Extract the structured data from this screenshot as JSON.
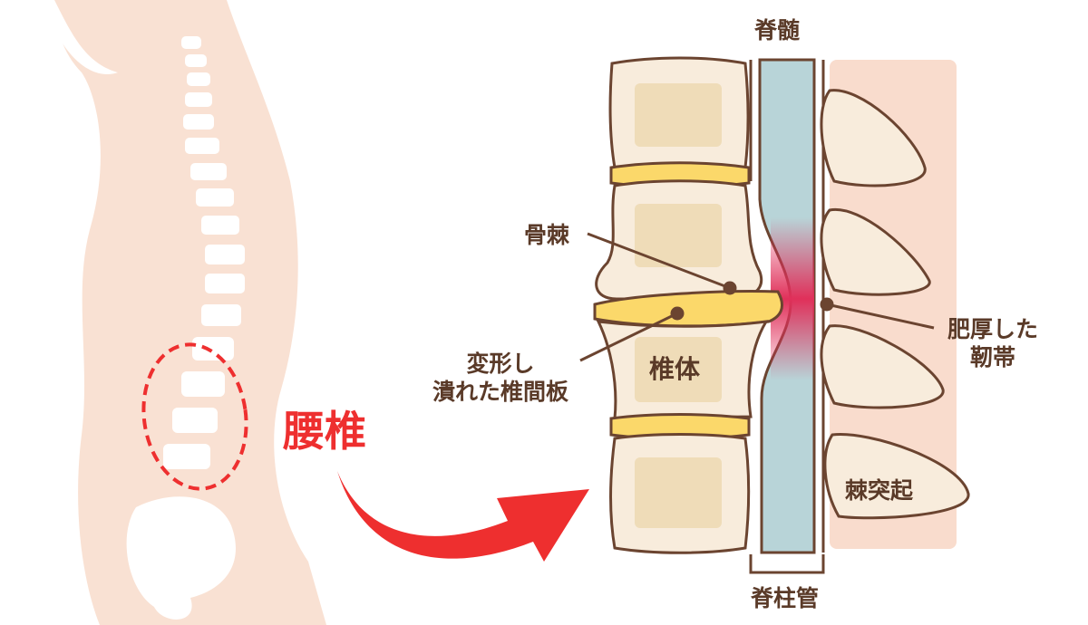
{
  "labels": {
    "spinal_cord": "脊髄",
    "bone_spur": "骨棘",
    "disc_line1": "変形し",
    "disc_line2": "潰れた椎間板",
    "vertebral_body": "椎体",
    "ligament_line1": "肥厚した",
    "ligament_line2": "靭帯",
    "spinous_process": "棘突起",
    "spinal_canal": "脊柱管",
    "lumbar": "腰椎"
  },
  "colors": {
    "outline": "#6b4430",
    "bone": "#f8ecdc",
    "bone_inner": "#efdcb8",
    "disc": "#fbd86a",
    "canal": "#b8d4d8",
    "ligament_bg": "#f9dccd",
    "body_silhouette": "#f9e1d3",
    "accent_red": "#ee2f2f",
    "compression_pink": "#e0305a"
  }
}
